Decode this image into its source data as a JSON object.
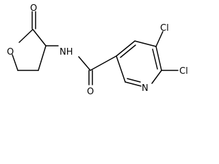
{
  "atoms": {
    "carbonyl_oxygen": "O",
    "ring_oxygen": "O",
    "amide_nitrogen": "NH",
    "amide_oxygen": "O",
    "pyridine_nitrogen": "N",
    "chlorine_top": "Cl",
    "chlorine_right": "Cl"
  },
  "colors": {
    "bond": "#000000",
    "label": "#000000",
    "background": "#ffffff"
  }
}
